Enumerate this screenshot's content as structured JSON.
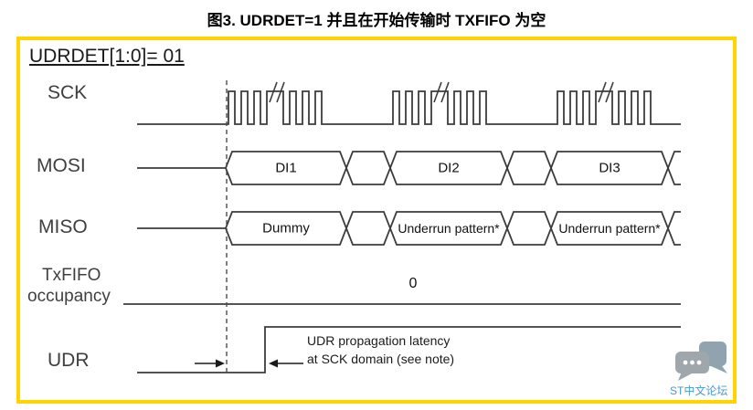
{
  "title": "图3. UDRDET=1 并且在开始传输时 TXFIFO 为空",
  "diagram": {
    "mode_label": "UDRDET[1:0]= 01",
    "signals": {
      "sck": "SCK",
      "mosi": "MOSI",
      "miso": "MISO",
      "txfifo_line1": "TxFIFO",
      "txfifo_line2": "occupancy",
      "udr": "UDR"
    },
    "mosi_segments": [
      "DI1",
      "DI2",
      "DI3"
    ],
    "miso_segments": [
      "Dummy",
      "Underrun pattern*",
      "Underrun pattern*"
    ],
    "txfifo_value": "0",
    "annotation": {
      "line1": "UDR propagation latency",
      "line2": "at SCK domain (see note)"
    },
    "watermark_text": "ST中文论坛",
    "colors": {
      "box_border": "#FFD400",
      "waveform_line": "#3C3C3C",
      "watermark_blue": "#2E86C1"
    }
  }
}
